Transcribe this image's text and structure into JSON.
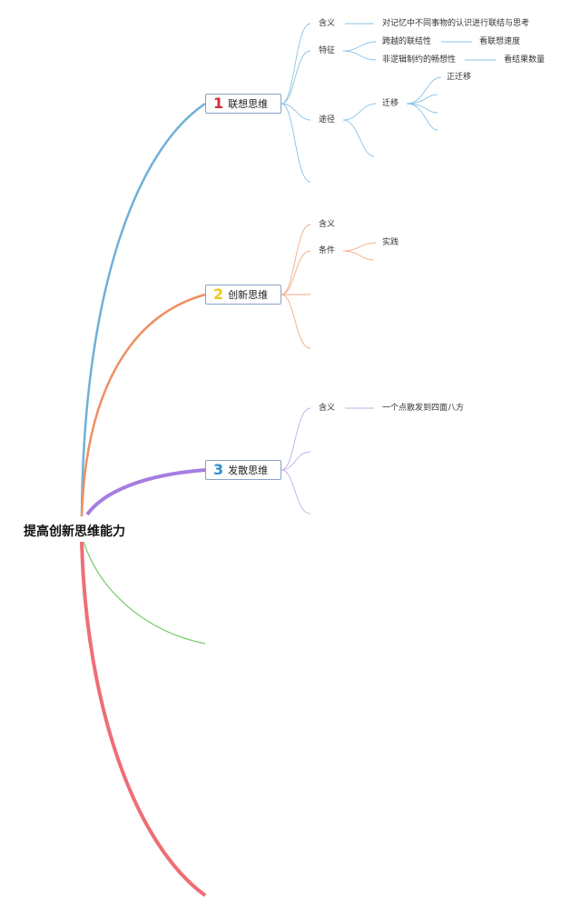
{
  "root": {
    "title": "提高创新思维能力"
  },
  "colors": {
    "branch1": "#6fb0d8",
    "branch2": "#ef9062",
    "branch3": "#a57ee0",
    "branch4": "#7ccf70",
    "branch5": "#ee6e75",
    "num1": "#d62a3a",
    "num2": "#f2c81e",
    "num3": "#2f8fd0"
  },
  "branches": [
    {
      "number": "1",
      "title": "联想思维",
      "children": {
        "meaning": {
          "label": "含义",
          "text": "对记忆中不同事物的认识进行联结与思考"
        },
        "features": {
          "label": "特征",
          "items": [
            {
              "text": "跨越的联结性",
              "note": "看联想速度"
            },
            {
              "text": "非逻辑制约的畅想性",
              "note": "看结果数量"
            }
          ]
        },
        "approach": {
          "label": "途径",
          "items": [
            {
              "text": "迁移",
              "sub": [
                "正迁移"
              ]
            }
          ]
        }
      }
    },
    {
      "number": "2",
      "title": "创新思维",
      "children": {
        "meaning": {
          "label": "含义"
        },
        "conditions": {
          "label": "条件",
          "items": [
            "实践"
          ]
        }
      }
    },
    {
      "number": "3",
      "title": "发散思维",
      "children": {
        "meaning": {
          "label": "含义",
          "text": "一个点散发到四面八方"
        }
      }
    }
  ]
}
